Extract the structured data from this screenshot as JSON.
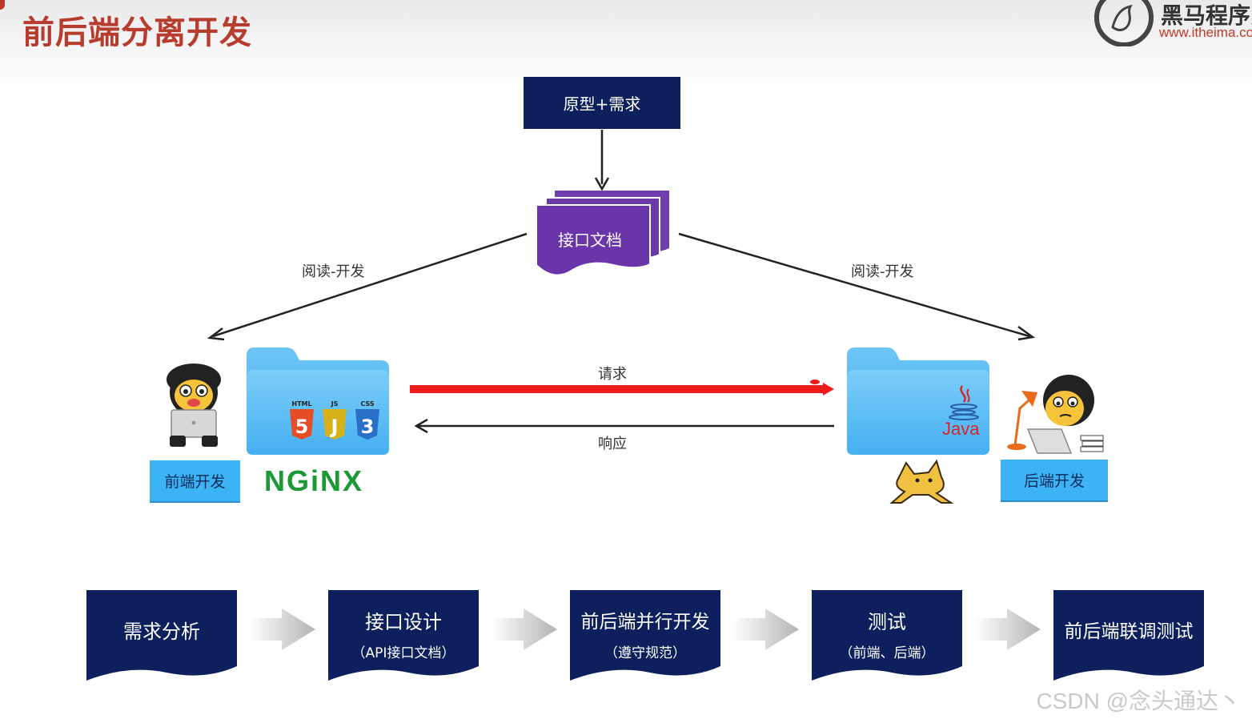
{
  "page": {
    "title": "前后端分离开发"
  },
  "brand": {
    "name": "黑马程序员",
    "url": "www.itheima.com"
  },
  "diagram": {
    "top_node": "原型+需求",
    "doc_node": "接口文档",
    "left_edge_label": "阅读-开发",
    "right_edge_label": "阅读-开发",
    "request_label": "请求",
    "response_label": "响应",
    "frontend_button": "前端开发",
    "backend_button": "后端开发",
    "nginx_logo": "NGiNX",
    "java_logo": "Java",
    "tech_badges": [
      "HTML",
      "JS",
      "CSS"
    ],
    "tech_numbers": [
      "5",
      "J",
      "3"
    ],
    "colors": {
      "dark_navy": "#0d1f5c",
      "doc_purple": "#6a35a8",
      "folder_blue": "#49b2f0",
      "request_red": "#ee1c1c",
      "button_cyan": "#3bb3f5",
      "title_red": "#b83c2e",
      "nginx_green": "#1a9a33",
      "java_red": "#d2262a"
    }
  },
  "process": {
    "steps": [
      {
        "title": "需求分析",
        "subtitle": ""
      },
      {
        "title": "接口设计",
        "subtitle": "（API接口文档）"
      },
      {
        "title": "前后端并行开发",
        "subtitle": "（遵守规范）"
      },
      {
        "title": "测试",
        "subtitle": "（前端、后端）"
      },
      {
        "title": "前后端联调测试",
        "subtitle": ""
      }
    ]
  },
  "watermark": "CSDN @念头通达丶"
}
